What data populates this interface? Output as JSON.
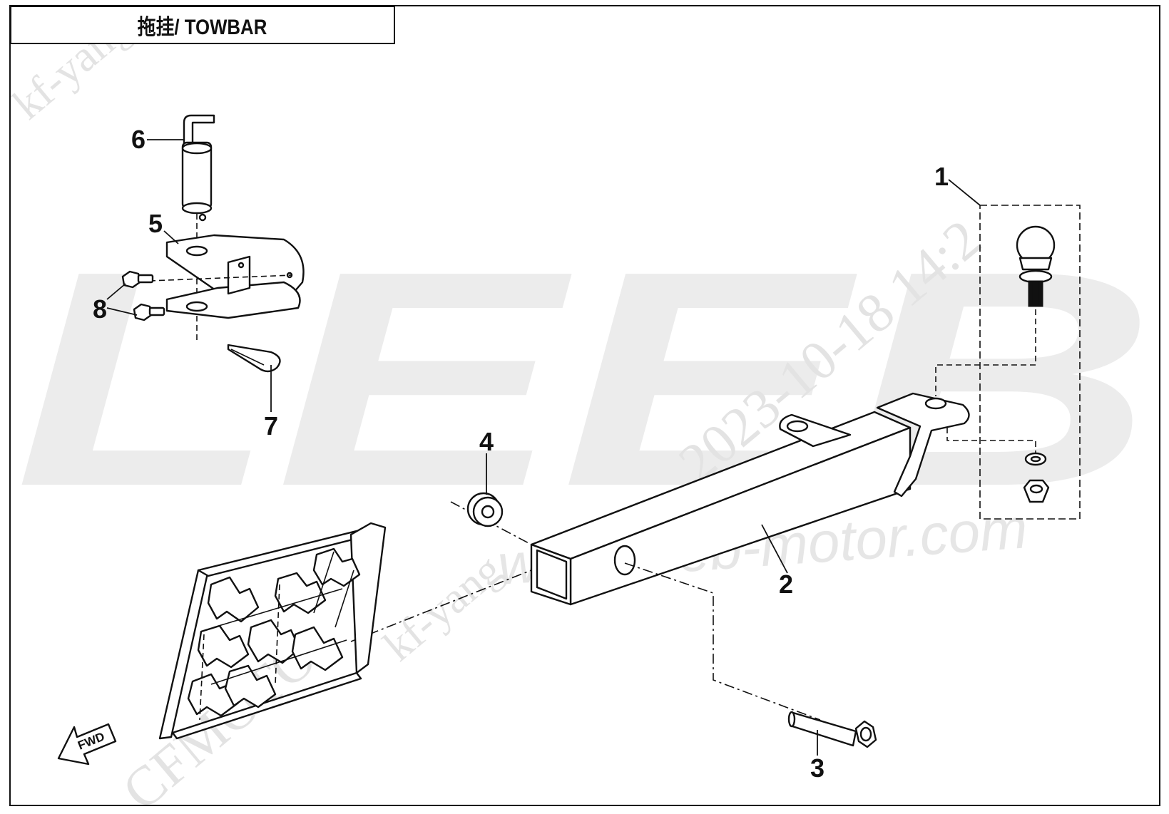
{
  "title": "拖挂/ TOWBAR",
  "watermarks": {
    "brand_large": "LEEB",
    "url": "www.leeb-motor.com",
    "date": "2023-10-18 14:2",
    "user_top": "kf-yang",
    "user_bottom": "kf-yang",
    "maker": "CFMOTO"
  },
  "callouts": [
    "1",
    "2",
    "3",
    "4",
    "5",
    "6",
    "7",
    "8"
  ],
  "fwd_label": "FWD",
  "colors": {
    "ink": "#111111",
    "watermark": "#ececec",
    "background": "#ffffff"
  }
}
